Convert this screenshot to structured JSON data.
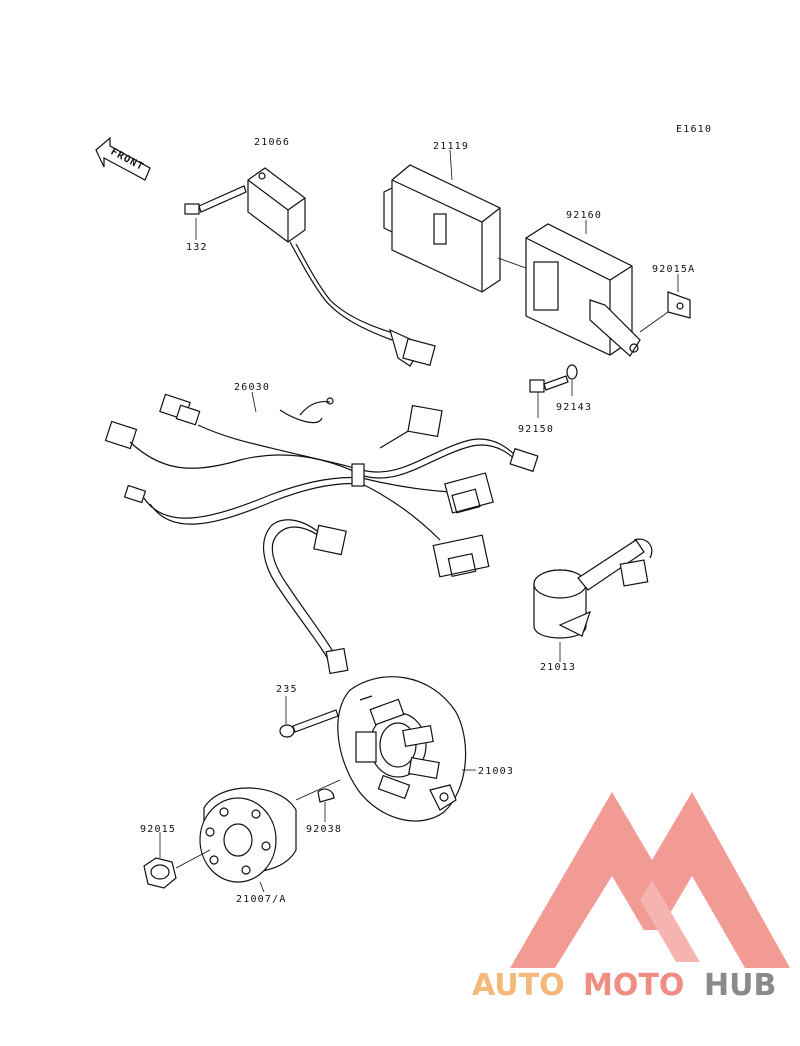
{
  "diagram_code": "E1610",
  "front_arrow_label": "FRONT",
  "parts": {
    "p21066": "21066",
    "p132": "132",
    "p21119": "21119",
    "p92160": "92160",
    "p92015A": "92015A",
    "p92143": "92143",
    "p92150": "92150",
    "p26030": "26030",
    "p21013": "21013",
    "p235": "235",
    "p21003": "21003",
    "p92015": "92015",
    "p92038": "92038",
    "p21007A": "21007/A"
  },
  "watermark": {
    "word_auto": "AUTO",
    "word_moto": "MOTO",
    "word_hub": "HUB",
    "colors": {
      "auto": "#f5b87a",
      "moto": "#ef8d82",
      "hub": "#8a8a8a",
      "logo": "#f08a82"
    }
  }
}
